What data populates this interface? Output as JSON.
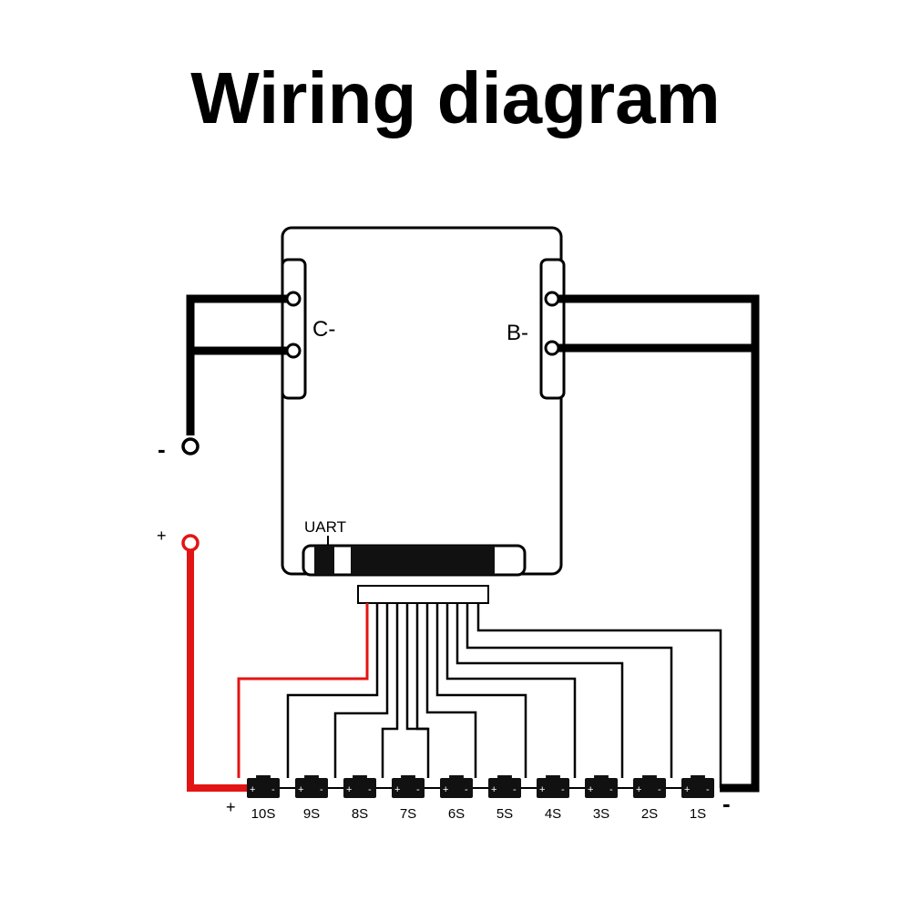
{
  "title": "Wiring diagram",
  "terminals": {
    "c_minus": "C-",
    "b_minus": "B-",
    "uart": "UART",
    "output_negative": "-",
    "output_positive": "+",
    "battery_positive": "+",
    "battery_negative": "-"
  },
  "cells": [
    "10S",
    "9S",
    "8S",
    "7S",
    "6S",
    "5S",
    "4S",
    "3S",
    "2S",
    "1S"
  ],
  "cell_polarity": {
    "plus": "+",
    "minus": "-"
  },
  "colors": {
    "wire": "#000000",
    "positive_wire": "#e31414",
    "cell_body": "#111111",
    "background": "#ffffff"
  }
}
